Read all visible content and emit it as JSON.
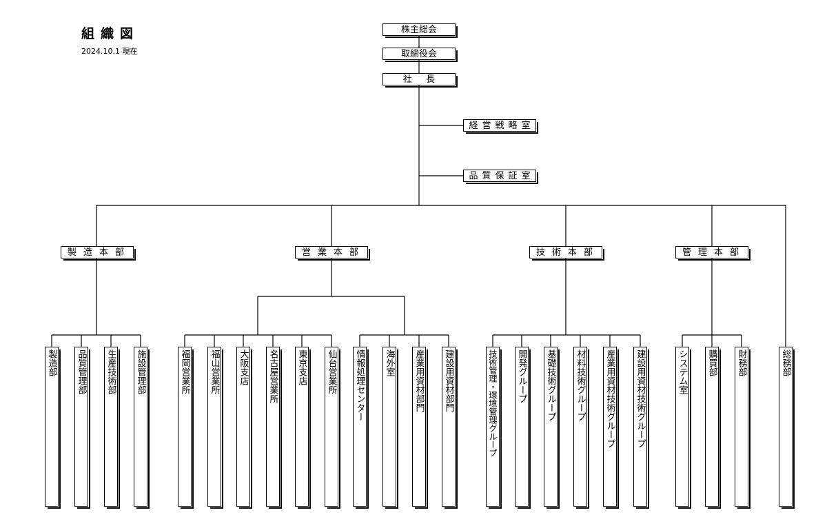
{
  "title": "組織図",
  "date": "2024.10.1 現在",
  "top": {
    "shareholders": "株主総会",
    "board": "取締役会",
    "president": "社 長"
  },
  "staff": {
    "strategy": "経営戦略室",
    "quality_assurance": "品質保証室"
  },
  "divisions": {
    "manufacturing": {
      "name": "製造本部",
      "departments": [
        "製造部",
        "品質管理部",
        "生産技術部",
        "施設管理部"
      ]
    },
    "sales": {
      "name": "営業本部",
      "departments": [
        "福岡営業所",
        "福山営業所",
        "大阪支店",
        "名古屋営業所",
        "東京支店",
        "仙台営業所",
        "情報処理センター",
        "海外室",
        "産業用資材部門",
        "建設用資材部門"
      ]
    },
    "technology": {
      "name": "技術本部",
      "departments": [
        "技術管理・環境管理グループ",
        "開発グループ",
        "基礎技術グループ",
        "材料技術グループ",
        "産業用資材技術グループ",
        "建設用資材技術グループ"
      ]
    },
    "administration": {
      "name": "管理本部",
      "departments": [
        "システム室",
        "購買部",
        "財務部"
      ]
    }
  },
  "general_affairs": "総務部"
}
